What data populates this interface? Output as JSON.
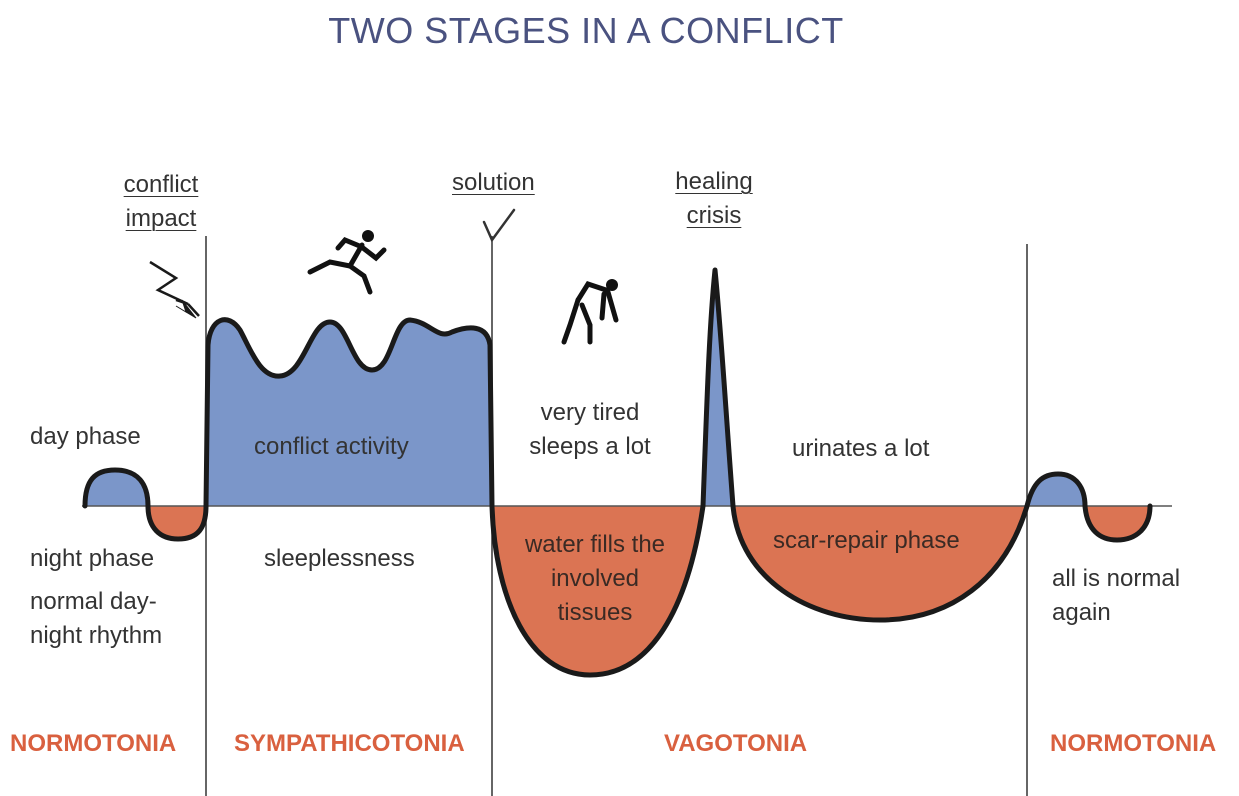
{
  "title": "TWO STAGES IN A CONFLICT",
  "markers": {
    "conflict_impact": [
      "conflict",
      "impact"
    ],
    "solution": "solution",
    "healing_crisis": [
      "healing",
      "crisis"
    ]
  },
  "labels": {
    "day_phase": "day phase",
    "conflict_activity": "conflict activity",
    "very_tired": [
      "very tired",
      "sleeps a lot"
    ],
    "urinates": "urinates a lot",
    "night_phase": "night phase",
    "normal_rhythm": [
      "normal day-",
      "night rhythm"
    ],
    "sleeplessness": "sleeplessness",
    "water_fills": [
      "water fills the",
      "involved",
      "tissues"
    ],
    "scar_repair": "scar-repair phase",
    "all_normal": [
      "all is normal",
      "again"
    ]
  },
  "phases": {
    "normotonia_left": "NORMOTONIA",
    "sympathicotonia": "SYMPATHICOTONIA",
    "vagotonia": "VAGOTONIA",
    "normotonia_right": "NORMOTONIA"
  },
  "colors": {
    "above_fill": "#7b96c9",
    "below_fill": "#db7453",
    "curve": "#1a1a1a",
    "phase_text": "#d9603f",
    "title_text": "#4a5280"
  },
  "icons": [
    "lightning-bolt-icon",
    "checkmark-icon",
    "running-figure-icon",
    "tired-figure-icon"
  ]
}
